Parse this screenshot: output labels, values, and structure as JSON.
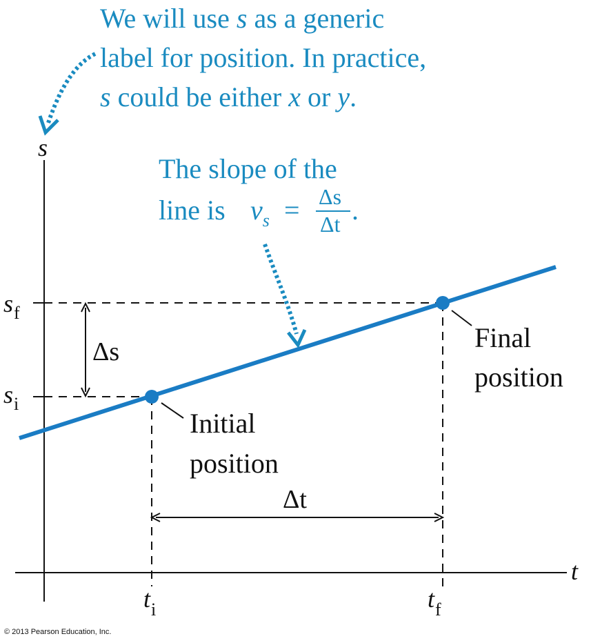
{
  "callout_top": {
    "line1_a": "We will use ",
    "line1_var": "s",
    "line1_b": " as a generic",
    "line2": "label for position. In practice,",
    "line3_var1": "s",
    "line3_a": " could be either ",
    "line3_var2": "x",
    "line3_b": " or ",
    "line3_var3": "y",
    "line3_c": "."
  },
  "callout_slope": {
    "line1": "The slope of the",
    "line2_a": "line is ",
    "v": "v",
    "v_sub": "s",
    "equals": "=",
    "frac_num": "Δs",
    "frac_den": "Δt",
    "period": "."
  },
  "axes": {
    "y_label": "s",
    "x_label": "t"
  },
  "markers": {
    "s_f_base": "s",
    "s_f_sub": "f",
    "s_i_base": "s",
    "s_i_sub": "i",
    "t_i_base": "t",
    "t_i_sub": "i",
    "t_f_base": "t",
    "t_f_sub": "f",
    "delta_s": "Δs",
    "delta_t": "Δt"
  },
  "labels": {
    "final_line1": "Final",
    "final_line2": "position",
    "initial_line1": "Initial",
    "initial_line2": "position"
  },
  "copyright": "© 2013 Pearson Education, Inc.",
  "colors": {
    "accent": "#1a8bc0",
    "line": "#1a7cc4",
    "ink": "#111111"
  }
}
